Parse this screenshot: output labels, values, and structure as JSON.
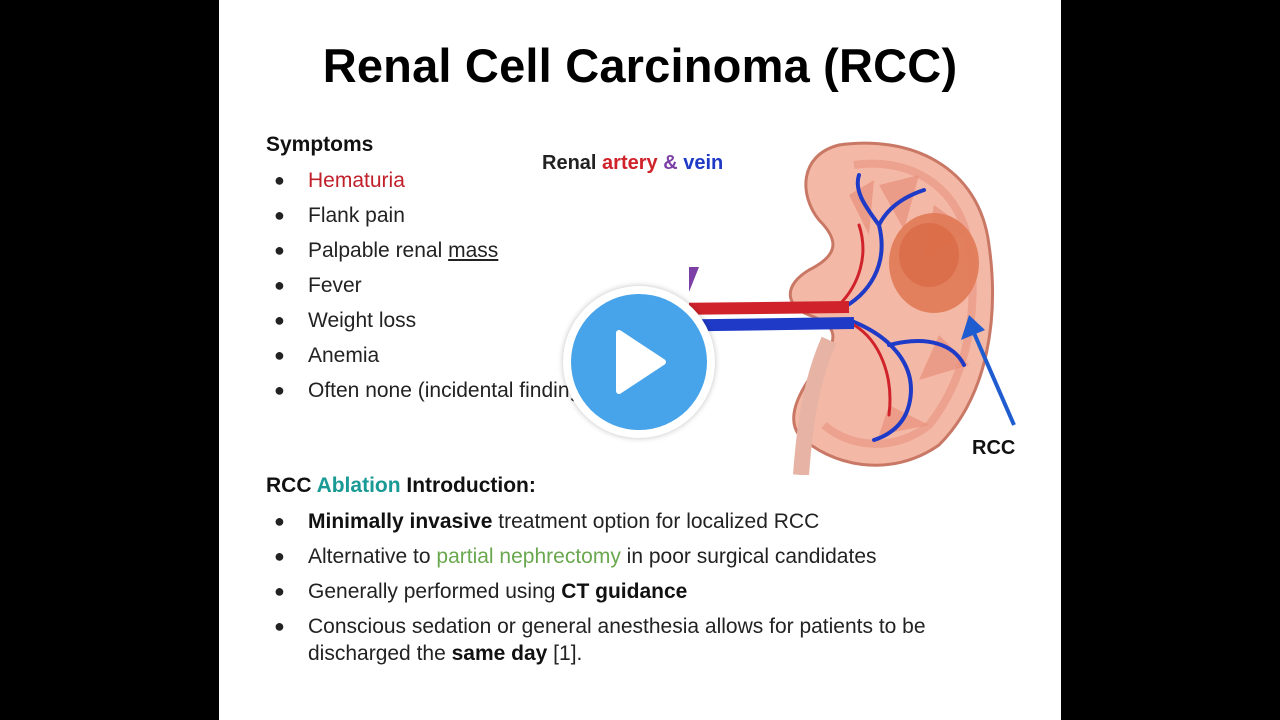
{
  "slide": {
    "title": "Renal Cell Carcinoma (RCC)",
    "symptoms": {
      "heading": "Symptoms",
      "items": [
        {
          "text": "Hematuria",
          "color": "#c0202a"
        },
        {
          "before": "Palpable renal ",
          "underlined": "mass"
        },
        {
          "text": "Flank pain"
        },
        {
          "text": "Fever"
        },
        {
          "text": "Weight loss"
        },
        {
          "text": "Anemia"
        },
        {
          "text": "Often none (incidental finding)"
        }
      ]
    },
    "diagram": {
      "label_prefix": "Renal ",
      "label_artery": "artery",
      "label_amp": " & ",
      "label_vein": "vein",
      "tumor_label": "RCC"
    },
    "ablation": {
      "heading_prefix": "RCC ",
      "heading_highlight": "Ablation",
      "heading_suffix": " Introduction:",
      "items": [
        {
          "bold": "Minimally invasive",
          "rest": " treatment option for localized RCC"
        },
        {
          "pre": "Alternative to ",
          "green": "partial nephrectomy",
          "post": " in poor surgical candidates"
        },
        {
          "pre": "Generally performed using ",
          "bold": "CT guidance"
        },
        {
          "line1": "Conscious sedation or general anesthesia allows for patients to be",
          "pre2": "discharged the ",
          "bold2": "same day",
          "post2": " [1]."
        }
      ]
    }
  },
  "player": {
    "play_icon": "play-icon",
    "accent": "#47a4ea"
  },
  "colors": {
    "artery": "#d0222a",
    "vein": "#1f3ac6",
    "arrow": "#7b3fa6",
    "rcc_arrow": "#1f5ccf",
    "heading_highlight": "#1a9a95",
    "link_green": "#6aa84f"
  }
}
